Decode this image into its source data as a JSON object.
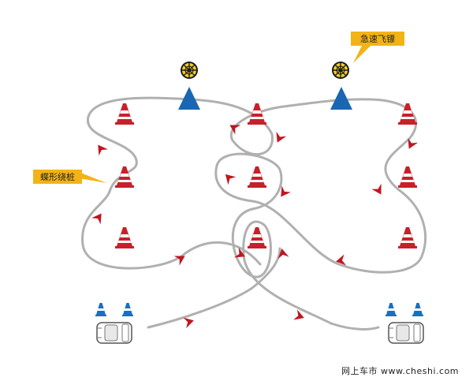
{
  "labels": {
    "snake_callout": "蝶形绕桩",
    "dart_callout": "急速飞镖"
  },
  "watermark": "网上车市 www.cheshi.com",
  "colors": {
    "path": "#b0b0b0",
    "cone_red": "#c8202a",
    "cone_blue": "#1a6fbf",
    "marker_blue": "#1a66b3",
    "arrow_red": "#c01622",
    "callout_bg": "#f2b316",
    "dart_yellow": "#f4d020",
    "dart_black": "#1a1a1a",
    "car_outline": "#555555"
  },
  "icons": {
    "target": "dartboard-icon",
    "direction": "chevron-arrow-icon",
    "obstacle": "traffic-cone-icon",
    "vehicle": "car-top-view-icon"
  }
}
